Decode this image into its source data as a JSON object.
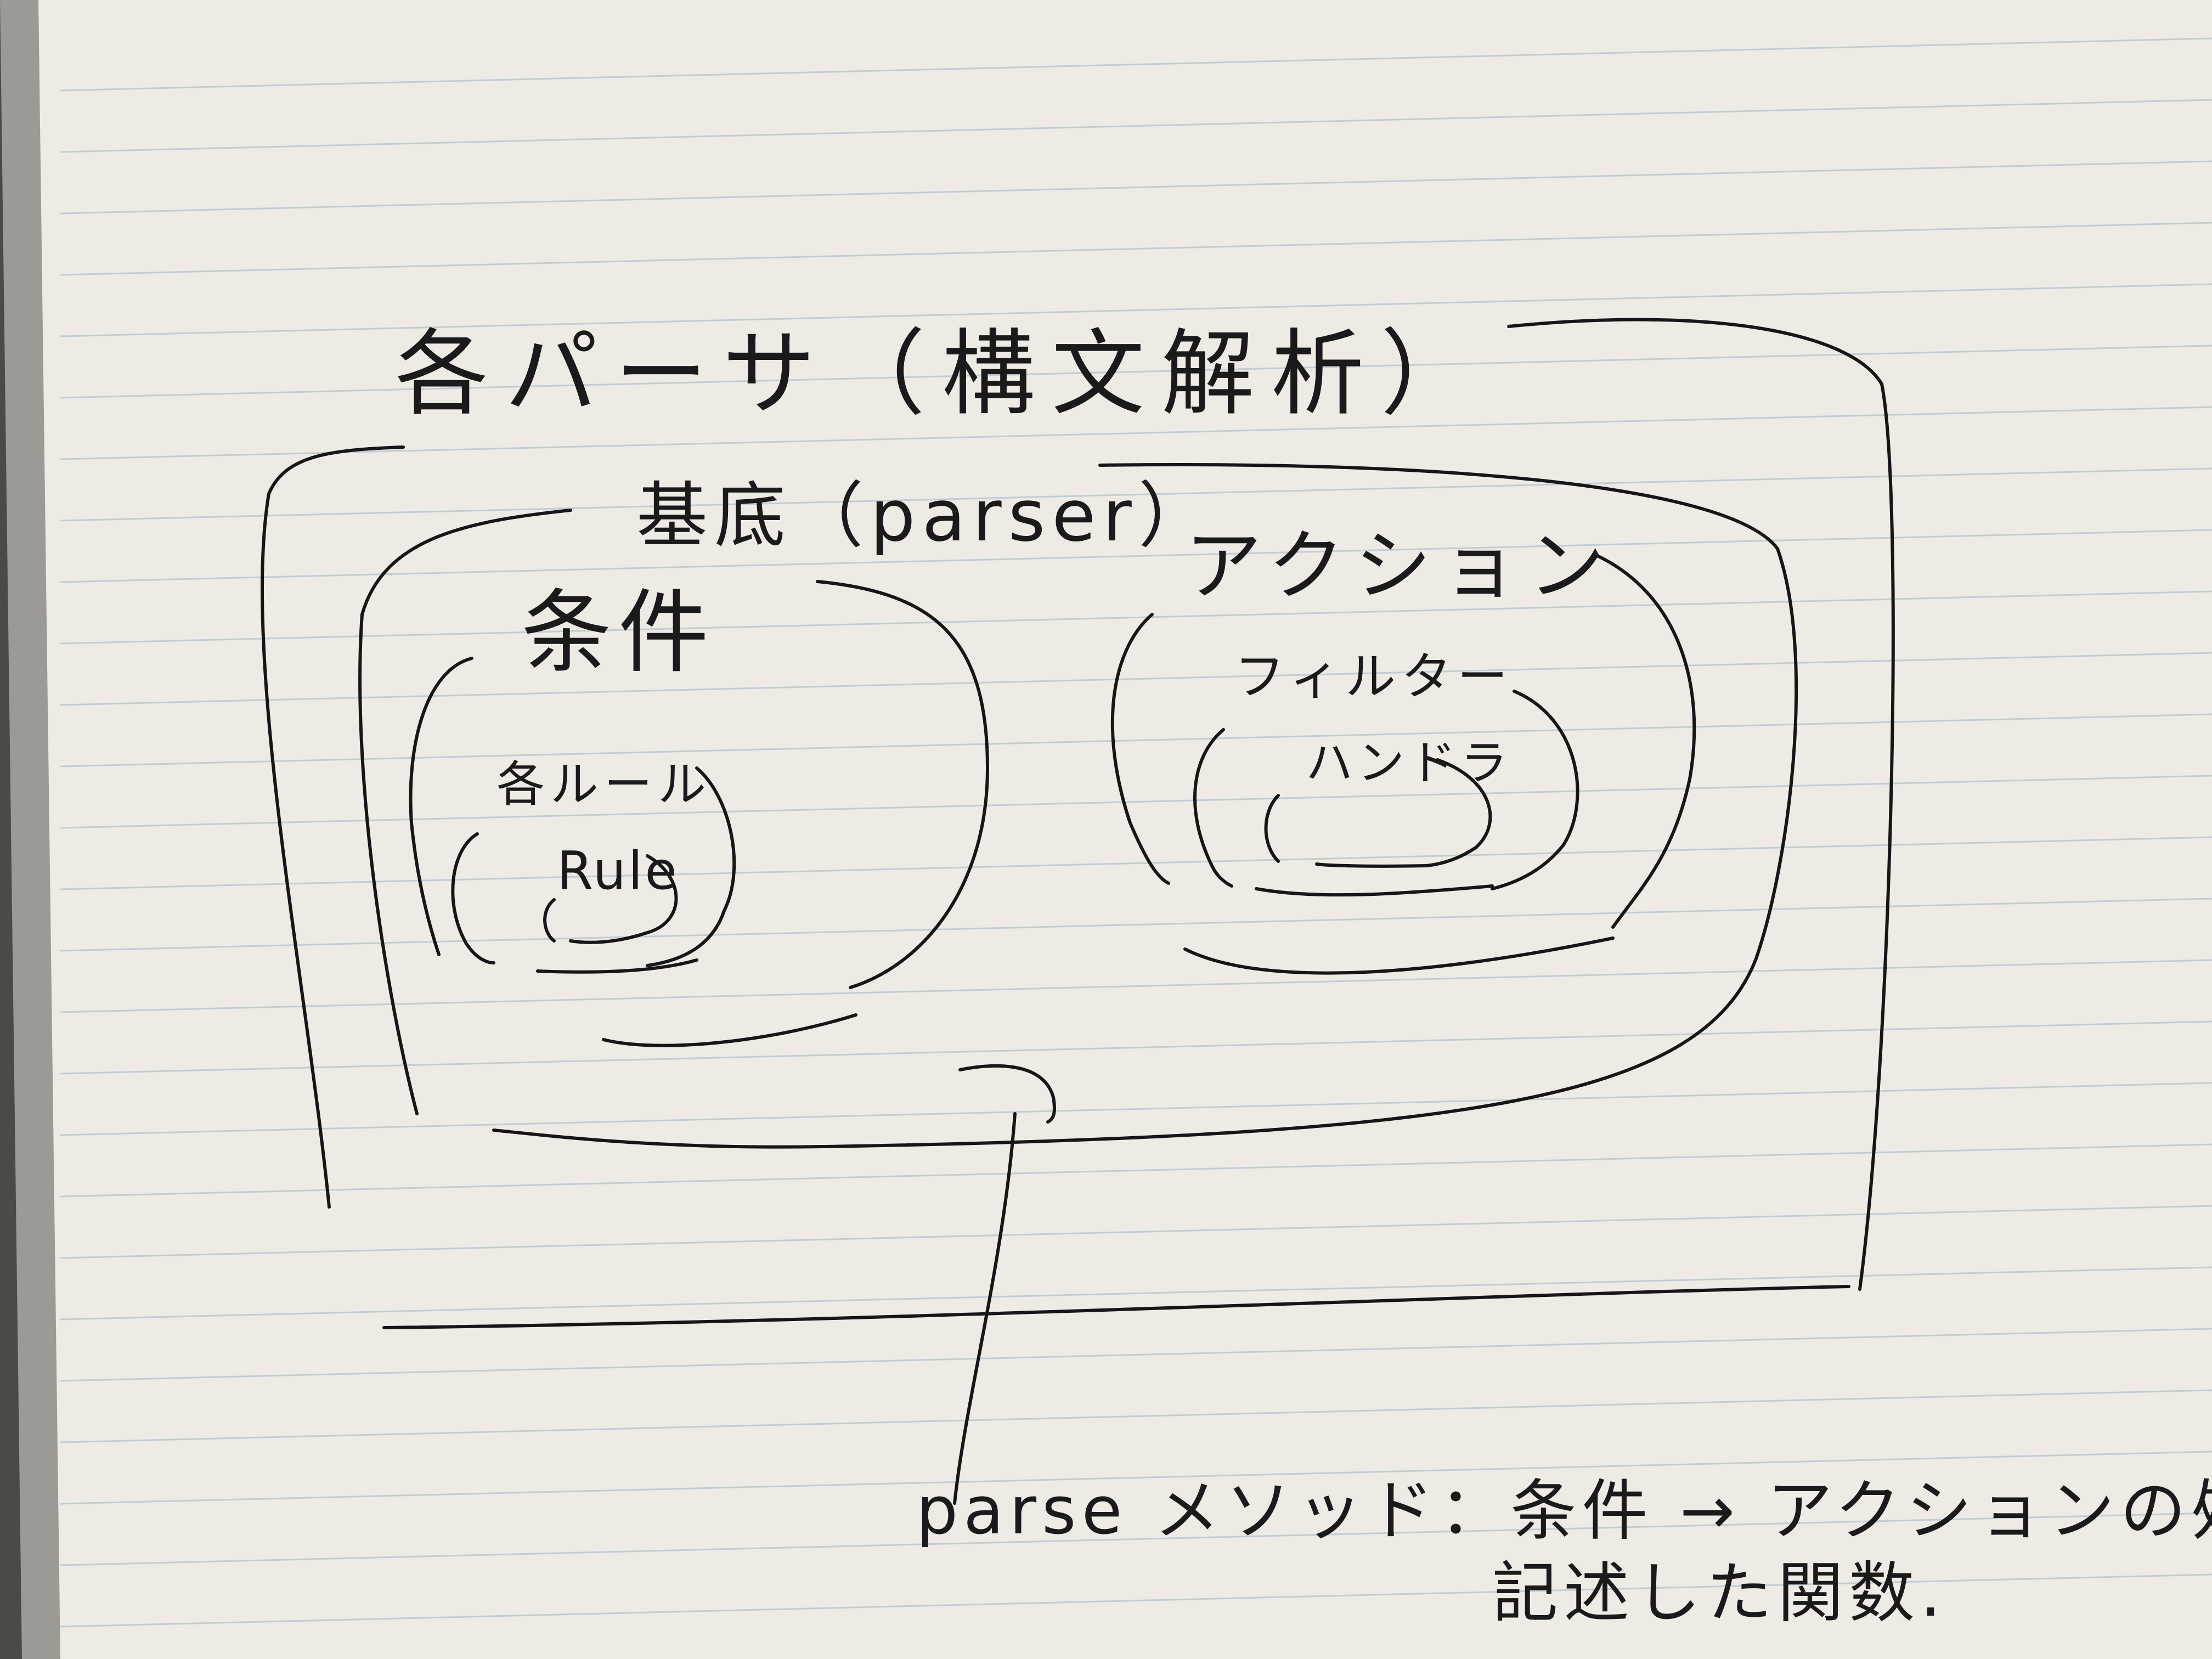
{
  "diagram": {
    "title": "各パーサ（構文解析）",
    "base_label": "基底（parser）",
    "condition_label": "条件",
    "each_rule_label": "各ルール",
    "rule_label": "Rule",
    "action_label": "アクション",
    "filter_label": "フィルター",
    "handler_label": "ハンドラ",
    "note_line1": "parse メソッド：条件 → アクションの処理を",
    "note_line2": "記述した関数."
  },
  "colors": {
    "paper": "#eeebe5",
    "ink": "#161616",
    "rule_line": "#9fb3c8",
    "desk": "#3d3b38"
  }
}
